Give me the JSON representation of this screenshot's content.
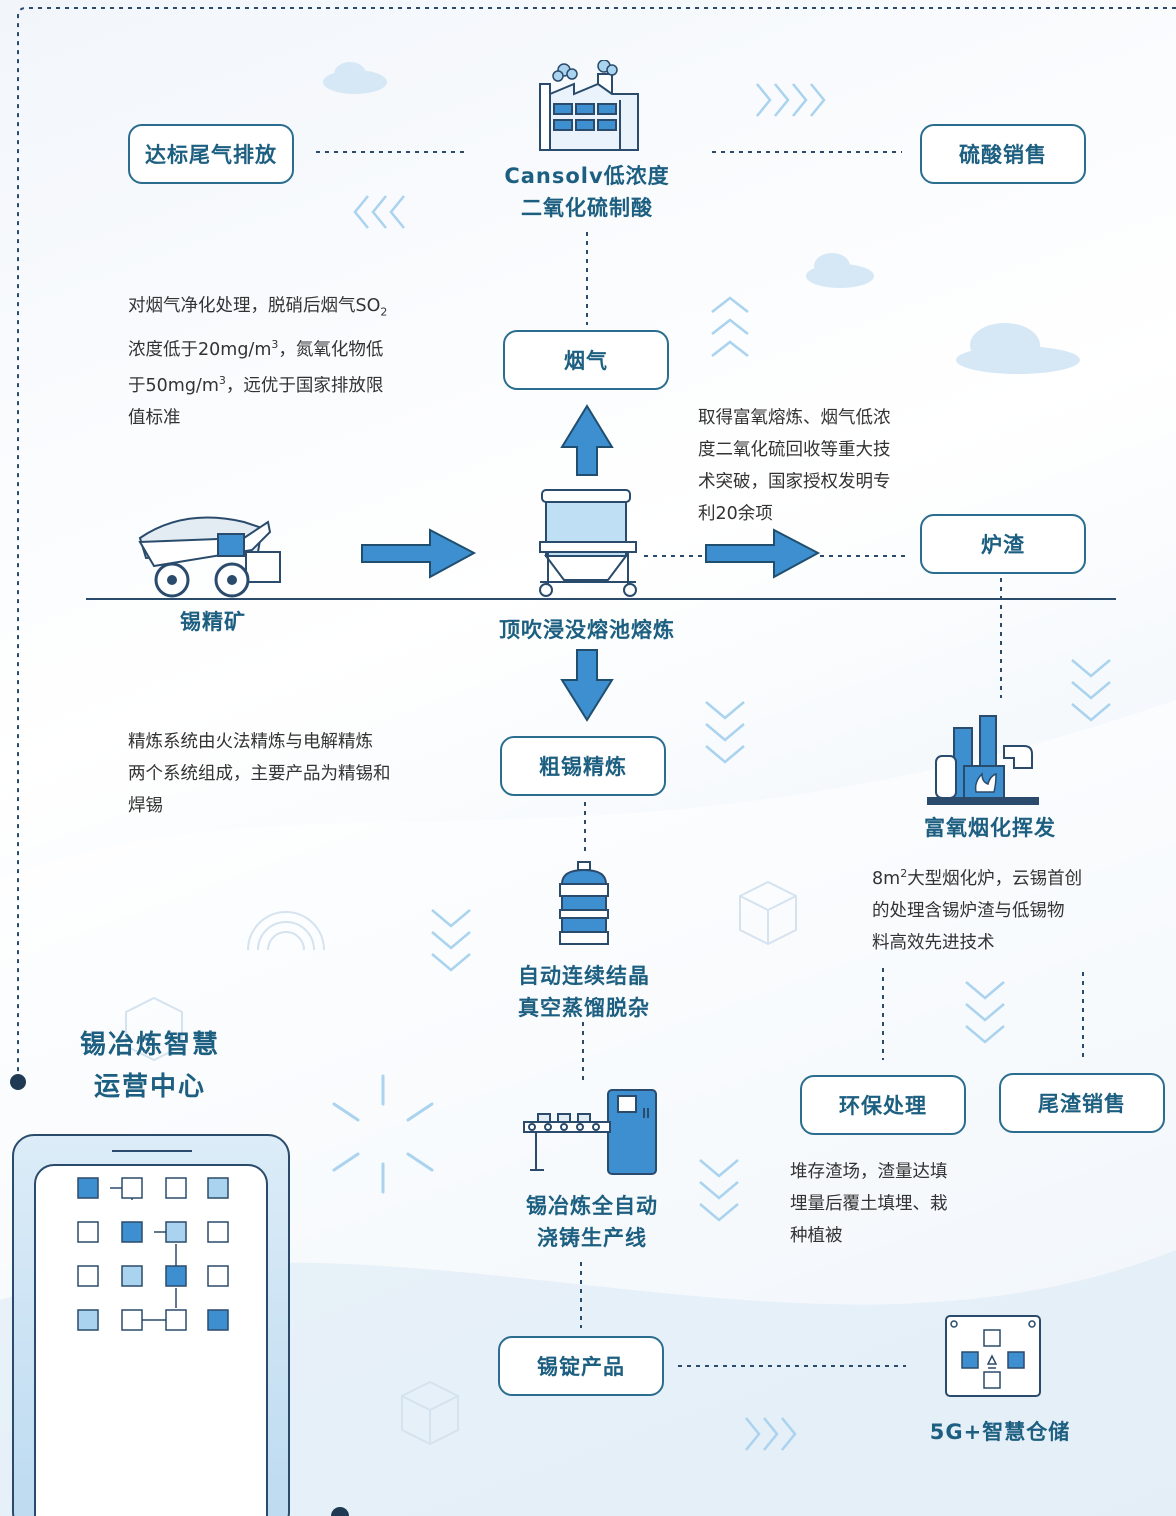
{
  "nodes": {
    "emission": "达标尾气排放",
    "acid_sales": "硫酸销售",
    "cansolv_line1": "Cansolv低浓度",
    "cansolv_line2": "二氧化硫制酸",
    "flue_gas": "烟气",
    "slag": "炉渣",
    "ore": "锡精矿",
    "smelting": "顶吹浸没熔池熔炼",
    "crude_tin": "粗锡精炼",
    "crystal_line1": "自动连续结晶",
    "crystal_line2": "真空蒸馏脱杂",
    "casting_line1": "锡冶炼全自动",
    "casting_line2": "浇铸生产线",
    "ingot": "锡锭产品",
    "fuming": "富氧烟化挥发",
    "env": "环保处理",
    "tail_sales": "尾渣销售",
    "warehouse": "5G+智慧仓储",
    "center_line1": "锡冶炼智慧",
    "center_line2": "运营中心"
  },
  "descriptions": {
    "flue_line1_pre": "对烟气净化处理，脱硝后烟气SO",
    "flue_sub": "2",
    "flue_line2_pre": "浓度低于20mg/m",
    "flue_sup1": "3",
    "flue_line2_post": "，氮氧化物低",
    "flue_line3_pre": "于50mg/m",
    "flue_sup2": "3",
    "flue_line3_post": "，远优于国家排放限",
    "flue_line4": "值标准",
    "tech_line1": "取得富氧熔炼、烟气低浓",
    "tech_line2": "度二氧化硫回收等重大技",
    "tech_line3": "术突破，国家授权发明专",
    "tech_line4": "利20余项",
    "refine_line1": "精炼系统由火法精炼与电解精炼",
    "refine_line2": "两个系统组成，主要产品为精锡和",
    "refine_line3": "焊锡",
    "fuming_line1_pre": "8m",
    "fuming_sup": "2",
    "fuming_line1_post": "大型烟化炉，云锡首创",
    "fuming_line2": "的处理含锡炉渣与低锡物",
    "fuming_line3": "料高效先进技术",
    "env_line1": "堆存渣场，渣量达填",
    "env_line2": "埋量后覆土填埋、栽",
    "env_line3": "种植被"
  },
  "colors": {
    "primary": "#2a6d8f",
    "text_blue": "#1d5f80",
    "arrow_blue": "#3d8fcf",
    "light_blue": "#a9d3ee"
  },
  "icons": [
    "factory-icon",
    "mining-truck-icon",
    "furnace-icon",
    "crystallizer-icon",
    "casting-line-icon",
    "fuming-plant-icon",
    "smart-warehouse-icon",
    "tablet-icon"
  ]
}
